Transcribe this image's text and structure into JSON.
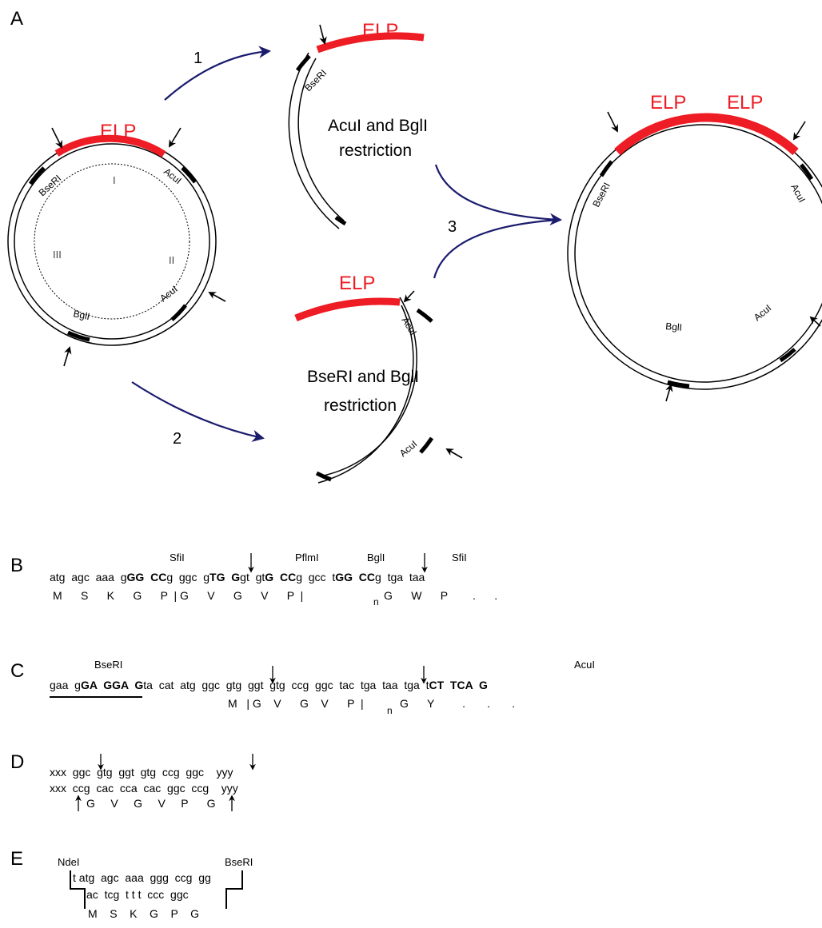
{
  "panels": {
    "A": "A",
    "B": "B",
    "C": "C",
    "D": "D",
    "E": "E"
  },
  "panel_a": {
    "elp": "ELP",
    "sites": {
      "bseri": "BseRI",
      "acui": "AcuI",
      "bgli": "BglI"
    },
    "segments": {
      "I": "I",
      "II": "II",
      "III": "III"
    },
    "steps": {
      "one": "1",
      "two": "2",
      "three": "3"
    },
    "fragment1_caption": [
      "AcuI and BglI",
      "restriction"
    ],
    "fragment2_caption": [
      "BseRI and BglI",
      "restriction"
    ]
  },
  "panel_b": {
    "enzymes": {
      "sfi1": "SfiI",
      "pflmi": "PflmI",
      "bgli": "BglI",
      "sfi2": "SfiI"
    },
    "dna": [
      {
        "t": "atg  agc  aaa  g"
      },
      {
        "t": "GG",
        "b": true
      },
      {
        "t": "  "
      },
      {
        "t": "CC",
        "b": true
      },
      {
        "t": "g  ggc  g"
      },
      {
        "t": "TG",
        "b": true
      },
      {
        "t": "  "
      },
      {
        "t": "G",
        "b": true
      },
      {
        "t": "gt  gt"
      },
      {
        "t": "G",
        "b": true
      },
      {
        "t": "  "
      },
      {
        "t": "CC",
        "b": true
      },
      {
        "t": "g  gcc  t"
      },
      {
        "t": "GG",
        "b": true
      },
      {
        "t": "  "
      },
      {
        "t": "CC",
        "b": true
      },
      {
        "t": "g  tga  taa"
      }
    ],
    "protein": "M      S      K      G      P  | G      V      G      V      P  |",
    "subscript": "n",
    "protein_tail": "G      W      P        .      ."
  },
  "panel_c": {
    "enzymes": {
      "bseri": "BseRI",
      "acui": "AcuI"
    },
    "dna": [
      {
        "t": "gaa  g"
      },
      {
        "t": "GA  GGA  G",
        "b": true
      },
      {
        "t": "ta  cat  atg  ggc  gtg  ggt  gtg  ccg  ggc  tac  tga  taa  tga  t"
      },
      {
        "t": "CT  TCA  G",
        "b": true
      }
    ],
    "protein": "M   | G    V      G    V      P  |",
    "subscript": "n",
    "protein_tail": "G      Y         .       .       ."
  },
  "panel_d": {
    "top": "xxx  ggc  gtg  ggt  gtg  ccg  ggc    yyy",
    "bottom": "xxx  ccg  cac  cca  cac  ggc  ccg    yyy",
    "protein": "G     V     G     V     P      G"
  },
  "panel_e": {
    "enzymes": {
      "ndei": "NdeI",
      "bseri": "BseRI"
    },
    "top": "t atg  agc  aaa  ggg  ccg  gg",
    "bottom": "ac  tcg  t t t  ccc  ggc",
    "protein": "M    S    K    G    P    G"
  },
  "colors": {
    "elp": "#ee1c24",
    "arrow": "#1b1b6e",
    "dna": "#000000"
  }
}
